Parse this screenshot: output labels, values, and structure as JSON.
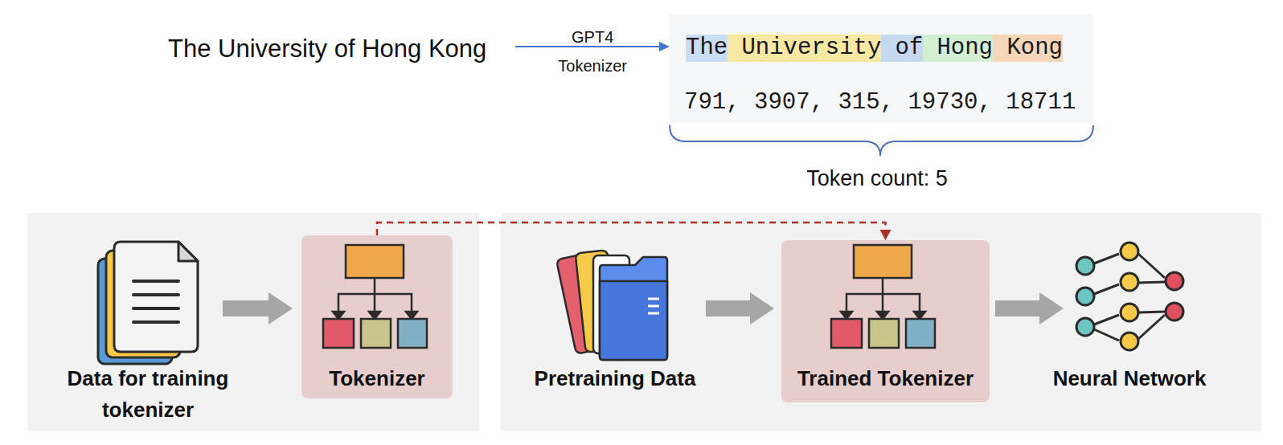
{
  "diagram": {
    "nodes": [
      {
        "text": [
          "The University of Hong Kong"
        ]
      },
      {
        "text": [
          "791, 3907, 315, 19730, 18711"
        ]
      },
      {
        "text": [
          "The"
        ],
        "in": 1
      },
      {
        "text": [
          "University"
        ],
        "in": 1
      },
      {
        "text": [
          "of"
        ],
        "in": 1
      },
      {
        "text": [
          "Hong"
        ],
        "in": 1
      },
      {
        "text": [
          "Kong"
        ],
        "in": 1
      },
      {
        "text": [
          "Data for training tokenizer"
        ]
      },
      {
        "text": [
          "Tokenizer"
        ]
      },
      {
        "text": [
          "Pretraining Data"
        ]
      },
      {
        "text": [
          "Trained Tokenizer"
        ]
      },
      {
        "text": [
          "Neural Network"
        ]
      }
    ],
    "edges": [
      {
        "from": 0,
        "to": 1,
        "arrow": "to",
        "label": "GPT4 Tokenizer"
      },
      {
        "from": 7,
        "to": 8,
        "arrow": "to"
      },
      {
        "from": 8,
        "to": 10,
        "arrow": "to"
      },
      {
        "from": 9,
        "to": 10,
        "arrow": "to"
      },
      {
        "from": 10,
        "to": 11,
        "arrow": "to"
      }
    ],
    "labels": [
      "Token count: 5"
    ]
  }
}
